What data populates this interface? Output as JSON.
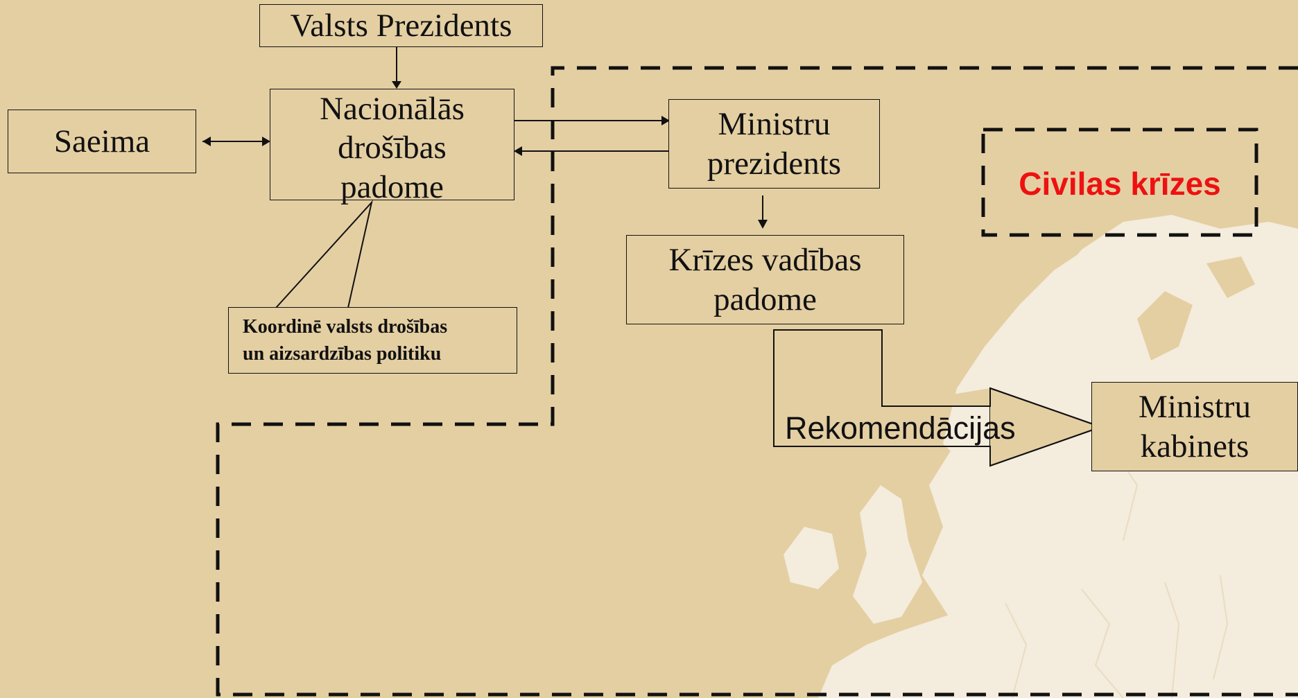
{
  "colors": {
    "background": "#e4cfa3",
    "map_land": "#f4ecdc",
    "line": "#111111",
    "civil_text": "#ee1111"
  },
  "nodes": {
    "president": "Valsts Prezidents",
    "saeima": "Saeima",
    "nds": "Nacionālās\ndrošības\npadome",
    "pm": "Ministru\nprezidents",
    "kvp": "Krīzes vadības\npadome",
    "cabinet": "Ministru\nkabinets"
  },
  "callout": {
    "text": "Koordinē valsts drošības\nun aizsardzības politiku"
  },
  "civil_label": "Civilas krīzes",
  "recommendation_label": "Rekomendācijas"
}
